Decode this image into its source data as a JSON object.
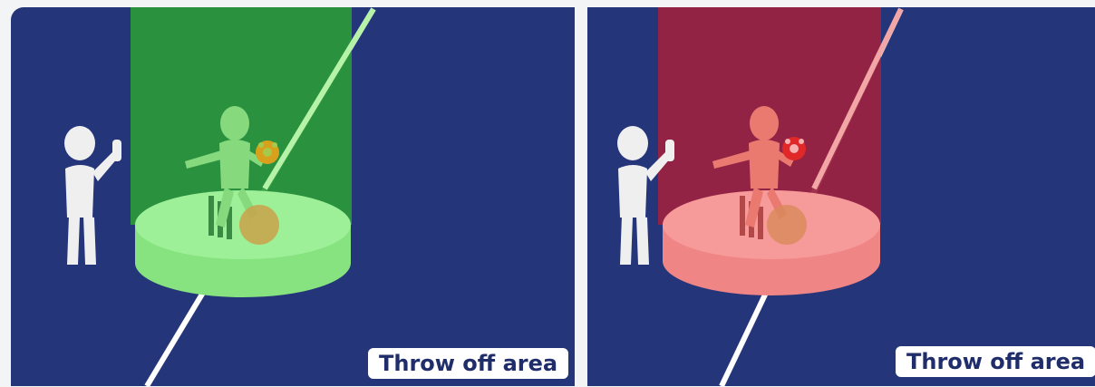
{
  "panels": [
    {
      "status": "valid",
      "label": "Throw off area",
      "column_color": "#2a9a3a",
      "disc_top_color": "#8fe98a",
      "disc_side_color": "#86e380",
      "player_color": "#86d97c",
      "ball_color": "#d9a11b"
    },
    {
      "status": "invalid",
      "label": "Throw off area",
      "column_color": "#9b2241",
      "disc_top_color": "#f48a8a",
      "disc_side_color": "#ef8585",
      "player_color": "#ea7a70",
      "ball_color": "#e02828"
    }
  ],
  "colors": {
    "field": "#25357a",
    "line": "#ffffff",
    "figure": "#f2f2f2"
  }
}
